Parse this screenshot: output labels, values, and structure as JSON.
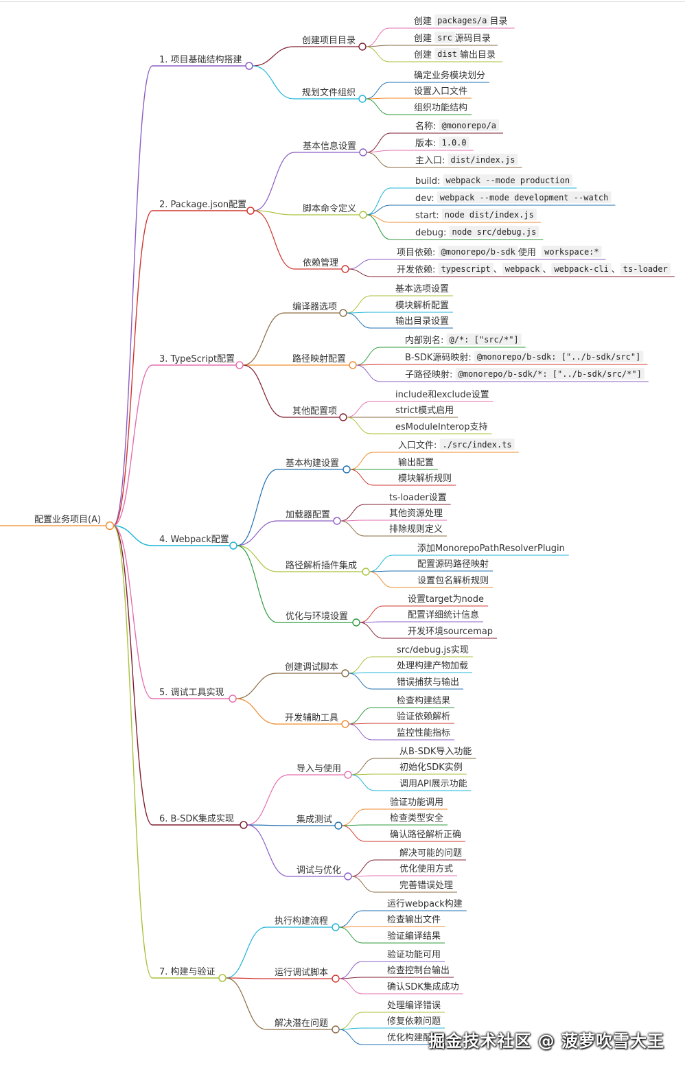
{
  "root": "配置业务项目(A)",
  "branches": [
    {
      "label": "1. 项目基础结构搭建",
      "color": "#8b5cc4",
      "children": [
        {
          "label": "创建项目目录",
          "color": "#7f1d2f",
          "children": [
            {
              "color": "#e56fb0",
              "parts": [
                {
                  "t": "创建 "
                },
                {
                  "c": "packages/a"
                },
                {
                  "t": " 目录"
                }
              ]
            },
            {
              "color": "#8a6b42",
              "parts": [
                {
                  "t": "创建 "
                },
                {
                  "c": "src"
                },
                {
                  "t": " 源码目录"
                }
              ]
            },
            {
              "color": "#a7c23a",
              "parts": [
                {
                  "t": "创建 "
                },
                {
                  "c": "dist"
                },
                {
                  "t": " 输出目录"
                }
              ]
            }
          ]
        },
        {
          "label": "规划文件组织",
          "color": "#1bb4d8",
          "children": [
            {
              "color": "#1f6fb2",
              "parts": [
                {
                  "t": "确定业务模块划分"
                }
              ]
            },
            {
              "color": "#f08a2c",
              "parts": [
                {
                  "t": "设置入口文件"
                }
              ]
            },
            {
              "color": "#2a9a3a",
              "parts": [
                {
                  "t": "组织功能结构"
                }
              ]
            }
          ]
        }
      ]
    },
    {
      "label": "2. Package.json配置",
      "color": "#d0342c",
      "children": [
        {
          "label": "基本信息设置",
          "color": "#8b5cc4",
          "children": [
            {
              "color": "#7f1d2f",
              "parts": [
                {
                  "t": "名称: "
                },
                {
                  "c": "@monorepo/a"
                }
              ]
            },
            {
              "color": "#e56fb0",
              "parts": [
                {
                  "t": "版本: "
                },
                {
                  "c": "1.0.0"
                }
              ]
            },
            {
              "color": "#8a6b42",
              "parts": [
                {
                  "t": "主入口: "
                },
                {
                  "c": "dist/index.js"
                }
              ]
            }
          ]
        },
        {
          "label": "脚本命令定义",
          "color": "#a7c23a",
          "children": [
            {
              "color": "#1bb4d8",
              "parts": [
                {
                  "t": "build: "
                },
                {
                  "c": "webpack --mode production"
                }
              ]
            },
            {
              "color": "#1f6fb2",
              "parts": [
                {
                  "t": "dev: "
                },
                {
                  "c": "webpack --mode development --watch"
                }
              ]
            },
            {
              "color": "#f08a2c",
              "parts": [
                {
                  "t": "start: "
                },
                {
                  "c": "node dist/index.js"
                }
              ]
            },
            {
              "color": "#2a9a3a",
              "parts": [
                {
                  "t": "debug: "
                },
                {
                  "c": "node src/debug.js"
                }
              ]
            }
          ]
        },
        {
          "label": "依赖管理",
          "color": "#d0342c",
          "children": [
            {
              "color": "#8b5cc4",
              "parts": [
                {
                  "t": "项目依赖: "
                },
                {
                  "c": "@monorepo/b-sdk"
                },
                {
                  "t": " 使用 "
                },
                {
                  "c": "workspace:*"
                }
              ]
            },
            {
              "color": "#7f1d2f",
              "parts": [
                {
                  "t": "开发依赖: "
                },
                {
                  "c": "typescript"
                },
                {
                  "t": "、"
                },
                {
                  "c": "webpack"
                },
                {
                  "t": "、"
                },
                {
                  "c": "webpack-cli"
                },
                {
                  "t": "、"
                },
                {
                  "c": "ts-loader"
                }
              ]
            }
          ]
        }
      ]
    },
    {
      "label": "3. TypeScript配置",
      "color": "#e56fb0",
      "children": [
        {
          "label": "编译器选项",
          "color": "#8a6b42",
          "children": [
            {
              "color": "#a7c23a",
              "parts": [
                {
                  "t": "基本选项设置"
                }
              ]
            },
            {
              "color": "#1bb4d8",
              "parts": [
                {
                  "t": "模块解析配置"
                }
              ]
            },
            {
              "color": "#1f6fb2",
              "parts": [
                {
                  "t": "输出目录设置"
                }
              ]
            }
          ]
        },
        {
          "label": "路径映射配置",
          "color": "#f08a2c",
          "children": [
            {
              "color": "#2a9a3a",
              "parts": [
                {
                  "t": "内部别名: "
                },
                {
                  "c": "@/*: [\"src/*\"]"
                }
              ]
            },
            {
              "color": "#d0342c",
              "parts": [
                {
                  "t": "B-SDK源码映射: "
                },
                {
                  "c": "@monorepo/b-sdk: [\"../b-sdk/src\"]"
                }
              ]
            },
            {
              "color": "#8b5cc4",
              "parts": [
                {
                  "t": "子路径映射: "
                },
                {
                  "c": "@monorepo/b-sdk/*: [\"../b-sdk/src/*\"]"
                }
              ]
            }
          ]
        },
        {
          "label": "其他配置项",
          "color": "#7f1d2f",
          "children": [
            {
              "color": "#e56fb0",
              "parts": [
                {
                  "t": "include和exclude设置"
                }
              ]
            },
            {
              "color": "#8a6b42",
              "parts": [
                {
                  "t": "strict模式启用"
                }
              ]
            },
            {
              "color": "#a7c23a",
              "parts": [
                {
                  "t": "esModuleInterop支持"
                }
              ]
            }
          ]
        }
      ]
    },
    {
      "label": "4. Webpack配置",
      "color": "#1bb4d8",
      "children": [
        {
          "label": "基本构建设置",
          "color": "#1f6fb2",
          "children": [
            {
              "color": "#f08a2c",
              "parts": [
                {
                  "t": "入口文件: "
                },
                {
                  "c": "./src/index.ts"
                }
              ]
            },
            {
              "color": "#2a9a3a",
              "parts": [
                {
                  "t": "输出配置"
                }
              ]
            },
            {
              "color": "#d0342c",
              "parts": [
                {
                  "t": "模块解析规则"
                }
              ]
            }
          ]
        },
        {
          "label": "加载器配置",
          "color": "#8b5cc4",
          "children": [
            {
              "color": "#7f1d2f",
              "parts": [
                {
                  "t": "ts-loader设置"
                }
              ]
            },
            {
              "color": "#e56fb0",
              "parts": [
                {
                  "t": "其他资源处理"
                }
              ]
            },
            {
              "color": "#8a6b42",
              "parts": [
                {
                  "t": "排除规则定义"
                }
              ]
            }
          ]
        },
        {
          "label": "路径解析插件集成",
          "color": "#a7c23a",
          "children": [
            {
              "color": "#1bb4d8",
              "parts": [
                {
                  "t": "添加MonorepoPathResolverPlugin"
                }
              ]
            },
            {
              "color": "#1f6fb2",
              "parts": [
                {
                  "t": "配置源码路径映射"
                }
              ]
            },
            {
              "color": "#f08a2c",
              "parts": [
                {
                  "t": "设置包名解析规则"
                }
              ]
            }
          ]
        },
        {
          "label": "优化与环境设置",
          "color": "#2a9a3a",
          "children": [
            {
              "color": "#d0342c",
              "parts": [
                {
                  "t": "设置target为node"
                }
              ]
            },
            {
              "color": "#8b5cc4",
              "parts": [
                {
                  "t": "配置详细统计信息"
                }
              ]
            },
            {
              "color": "#7f1d2f",
              "parts": [
                {
                  "t": "开发环境sourcemap"
                }
              ]
            }
          ]
        }
      ]
    },
    {
      "label": "5. 调试工具实现",
      "color": "#e56fb0",
      "children": [
        {
          "label": "创建调试脚本",
          "color": "#8a6b42",
          "children": [
            {
              "color": "#a7c23a",
              "parts": [
                {
                  "t": "src/debug.js实现"
                }
              ]
            },
            {
              "color": "#1bb4d8",
              "parts": [
                {
                  "t": "处理构建产物加载"
                }
              ]
            },
            {
              "color": "#1f6fb2",
              "parts": [
                {
                  "t": "错误捕获与输出"
                }
              ]
            }
          ]
        },
        {
          "label": "开发辅助工具",
          "color": "#f08a2c",
          "children": [
            {
              "color": "#2a9a3a",
              "parts": [
                {
                  "t": "检查构建结果"
                }
              ]
            },
            {
              "color": "#d0342c",
              "parts": [
                {
                  "t": "验证依赖解析"
                }
              ]
            },
            {
              "color": "#8b5cc4",
              "parts": [
                {
                  "t": "监控性能指标"
                }
              ]
            }
          ]
        }
      ]
    },
    {
      "label": "6. B-SDK集成实现",
      "color": "#7f1d2f",
      "children": [
        {
          "label": "导入与使用",
          "color": "#e56fb0",
          "children": [
            {
              "color": "#8a6b42",
              "parts": [
                {
                  "t": "从B-SDK导入功能"
                }
              ]
            },
            {
              "color": "#a7c23a",
              "parts": [
                {
                  "t": "初始化SDK实例"
                }
              ]
            },
            {
              "color": "#1bb4d8",
              "parts": [
                {
                  "t": "调用API展示功能"
                }
              ]
            }
          ]
        },
        {
          "label": "集成测试",
          "color": "#1f6fb2",
          "children": [
            {
              "color": "#f08a2c",
              "parts": [
                {
                  "t": "验证功能调用"
                }
              ]
            },
            {
              "color": "#2a9a3a",
              "parts": [
                {
                  "t": "检查类型安全"
                }
              ]
            },
            {
              "color": "#d0342c",
              "parts": [
                {
                  "t": "确认路径解析正确"
                }
              ]
            }
          ]
        },
        {
          "label": "调试与优化",
          "color": "#8b5cc4",
          "children": [
            {
              "color": "#7f1d2f",
              "parts": [
                {
                  "t": "解决可能的问题"
                }
              ]
            },
            {
              "color": "#e56fb0",
              "parts": [
                {
                  "t": "优化使用方式"
                }
              ]
            },
            {
              "color": "#8a6b42",
              "parts": [
                {
                  "t": "完善错误处理"
                }
              ]
            }
          ]
        }
      ]
    },
    {
      "label": "7. 构建与验证",
      "color": "#a7c23a",
      "children": [
        {
          "label": "执行构建流程",
          "color": "#1bb4d8",
          "children": [
            {
              "color": "#1f6fb2",
              "parts": [
                {
                  "t": "运行webpack构建"
                }
              ]
            },
            {
              "color": "#f08a2c",
              "parts": [
                {
                  "t": "检查输出文件"
                }
              ]
            },
            {
              "color": "#2a9a3a",
              "parts": [
                {
                  "t": "验证编译结果"
                }
              ]
            }
          ]
        },
        {
          "label": "运行调试脚本",
          "color": "#d0342c",
          "children": [
            {
              "color": "#8b5cc4",
              "parts": [
                {
                  "t": "验证功能可用"
                }
              ]
            },
            {
              "color": "#7f1d2f",
              "parts": [
                {
                  "t": "检查控制台输出"
                }
              ]
            },
            {
              "color": "#e56fb0",
              "parts": [
                {
                  "t": "确认SDK集成成功"
                }
              ]
            }
          ]
        },
        {
          "label": "解决潜在问题",
          "color": "#8a6b42",
          "children": [
            {
              "color": "#a7c23a",
              "parts": [
                {
                  "t": "处理编译错误"
                }
              ]
            },
            {
              "color": "#1bb4d8",
              "parts": [
                {
                  "t": "修复依赖问题"
                }
              ]
            },
            {
              "color": "#1f6fb2",
              "parts": [
                {
                  "t": "优化构建配置"
                }
              ]
            }
          ]
        }
      ]
    }
  ],
  "watermark": "掘金技术社区 @ 菠萝吹雪大王"
}
